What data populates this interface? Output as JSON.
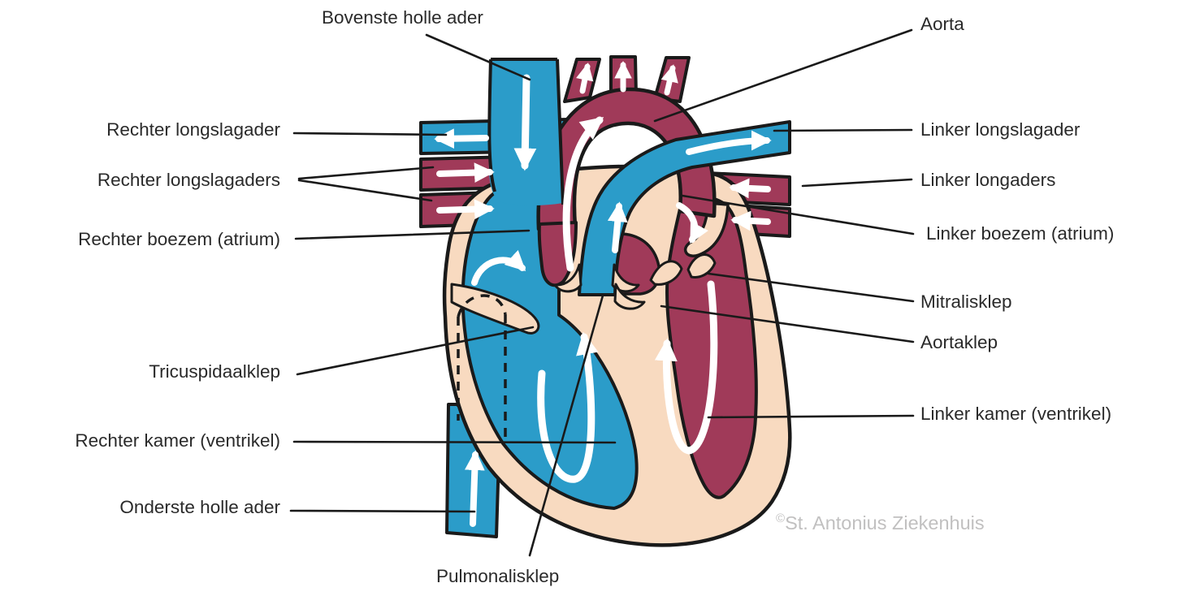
{
  "diagram": {
    "type": "heart-anatomy-cross-section",
    "language": "Dutch",
    "credit": {
      "symbol": "©",
      "text": "St. Antonius Ziekenhuis"
    }
  },
  "colors": {
    "oxygen_poor_blue": "#2B9CC9",
    "oxygen_rich_red": "#A03A59",
    "heart_wall_peach": "#F8DAC0",
    "outline_black": "#1A1A1A",
    "label_text": "#2A2A2A",
    "watermark_gray": "#C1C0C0",
    "flow_arrow_white": "#FFFFFF"
  },
  "labels": {
    "bovenste_holle_ader": "Bovenste holle ader",
    "aorta": "Aorta",
    "rechter_longslagader": "Rechter longslagader",
    "linker_longslagader": "Linker longslagader",
    "rechter_longslagaders": "Rechter longslagaders",
    "linker_longaders": "Linker longaders",
    "rechter_boezem": "Rechter boezem (atrium)",
    "linker_boezem": "Linker boezem (atrium)",
    "mitralisklep": "Mitralisklep",
    "aortaklep": "Aortaklep",
    "tricuspidaalklep": "Tricuspidaalklep",
    "linker_kamer": "Linker kamer (ventrikel)",
    "rechter_kamer": "Rechter kamer (ventrikel)",
    "onderste_holle_ader": "Onderste holle ader",
    "pulmonalisklep": "Pulmonalisklep"
  }
}
